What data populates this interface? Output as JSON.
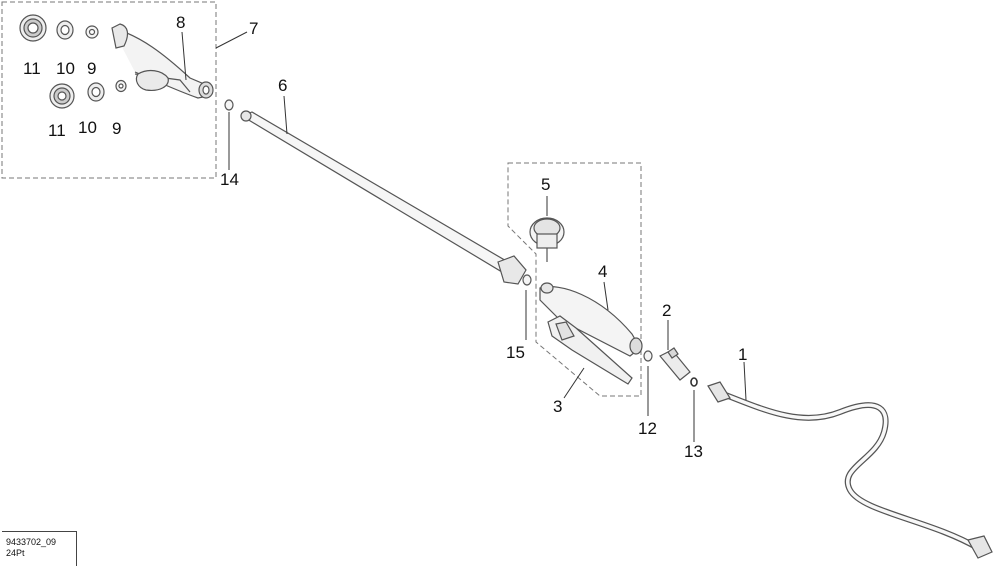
{
  "callouts": {
    "c1": "1",
    "c2": "2",
    "c3": "3",
    "c4": "4",
    "c5": "5",
    "c6": "6",
    "c7": "7",
    "c8": "8",
    "c9a": "9",
    "c9b": "9",
    "c10a": "10",
    "c10b": "10",
    "c11a": "11",
    "c11b": "11",
    "c12": "12",
    "c13": "13",
    "c14": "14",
    "c15": "15"
  },
  "drawing_code": {
    "line1": "9433702_09",
    "line2": "24Pt"
  },
  "colors": {
    "line": "#555555",
    "fill": "#f2f2f2",
    "dash": "#666666"
  }
}
